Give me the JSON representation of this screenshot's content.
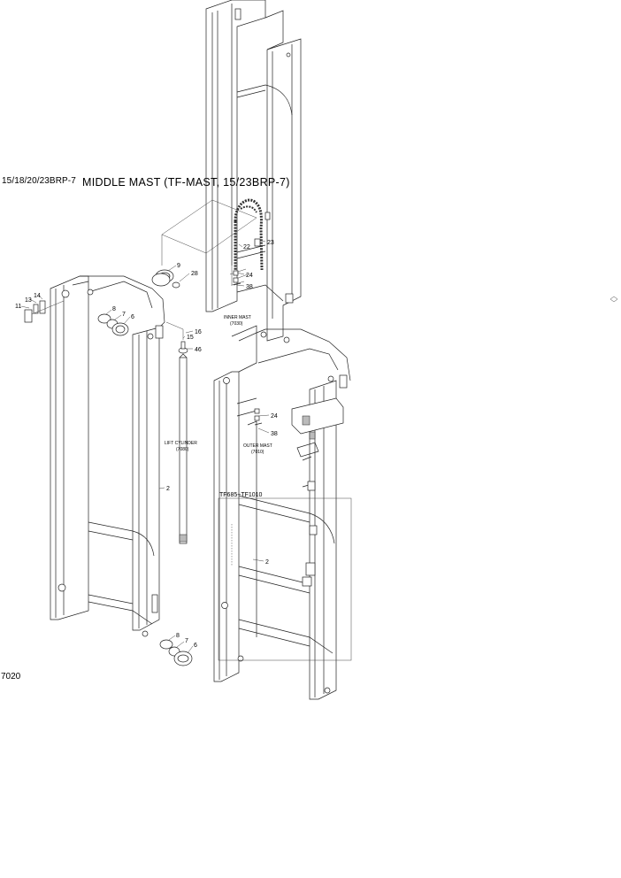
{
  "header": {
    "model": "15/18/20/23BRP-7",
    "title": "MIDDLE MAST (TF-MAST, 15/23BRP-7)"
  },
  "page_code": "7020",
  "assemblies": {
    "inner_mast": {
      "name": "INNER MAST",
      "ref": "(7030)"
    },
    "lift_cylinder": {
      "name": "LIFT CYLINDER",
      "ref": "(7080)"
    },
    "outer_mast": {
      "name": "OUTER MAST",
      "ref": "(7010)"
    },
    "range": "TF685~TF1010"
  },
  "callouts": {
    "c9": "9",
    "c28": "28",
    "c22": "22",
    "c23": "23",
    "c24a": "24",
    "c38a": "38",
    "c11": "11",
    "c13": "13",
    "c14": "14",
    "c8a": "8",
    "c7a": "7",
    "c6a": "6",
    "c16": "16",
    "c15": "15",
    "c46": "46",
    "c2a": "2",
    "c24b": "24",
    "c38b": "38",
    "c2b": "2",
    "c8b": "8",
    "c7b": "7",
    "c6b": "6"
  }
}
